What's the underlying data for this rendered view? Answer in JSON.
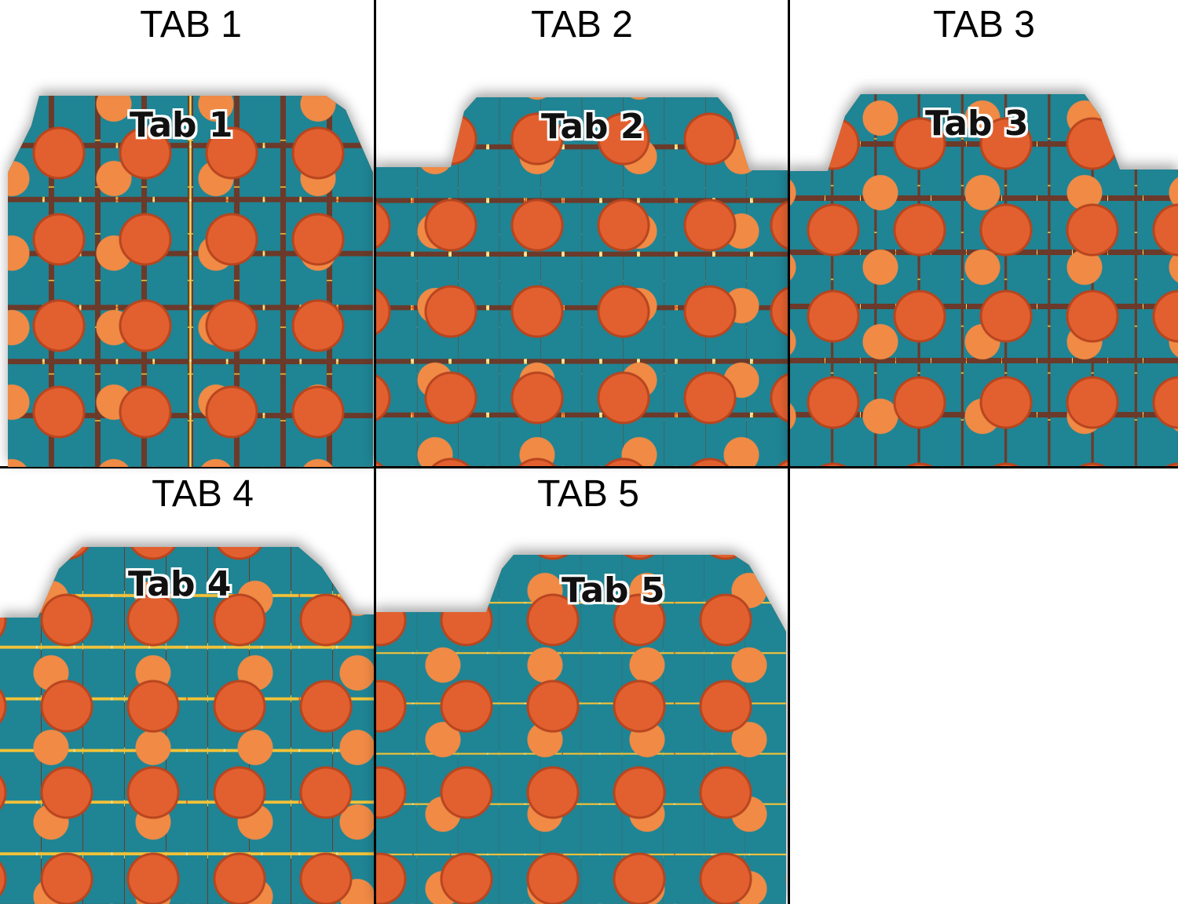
{
  "cells": [
    {
      "title": "TAB 1",
      "tab_label": "Tab 1"
    },
    {
      "title": "TAB 2",
      "tab_label": "Tab 2"
    },
    {
      "title": "TAB 3",
      "tab_label": "Tab 3"
    },
    {
      "title": "TAB 4",
      "tab_label": "Tab 4"
    },
    {
      "title": "TAB 5",
      "tab_label": "Tab 5"
    }
  ],
  "colors": {
    "pattern_bg": "#f1edb3",
    "ball": "#e2602f",
    "teal": "#1f8494",
    "court": "#f3c238"
  }
}
